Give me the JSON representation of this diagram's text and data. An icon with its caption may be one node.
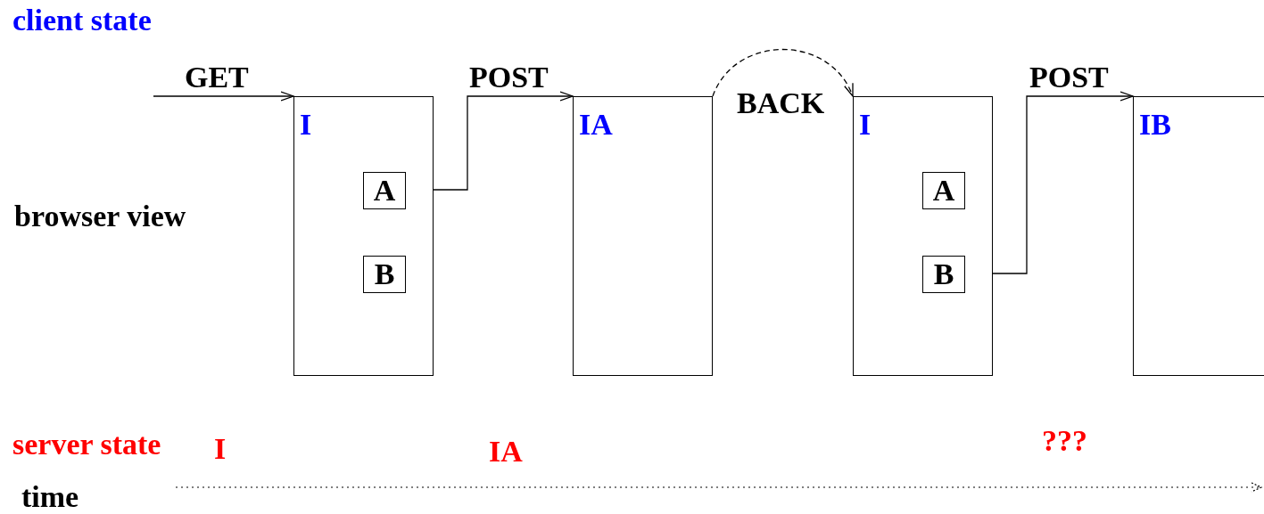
{
  "diagram": {
    "nodes": [
      {
        "text": [
          "I"
        ]
      },
      {
        "text": [
          "A"
        ],
        "in": 0
      },
      {
        "text": [
          "B"
        ],
        "in": 0
      },
      {
        "text": [
          "IA"
        ]
      },
      {
        "text": [
          "I"
        ]
      },
      {
        "text": [
          "A"
        ],
        "in": 4
      },
      {
        "text": [
          "B"
        ],
        "in": 4
      },
      {
        "text": [
          "IB"
        ]
      }
    ],
    "edges": [
      {
        "from": null,
        "to": 0,
        "arrow": "to",
        "label": "GET"
      },
      {
        "from": 1,
        "to": 3,
        "arrow": "to",
        "label": "POST"
      },
      {
        "from": 3,
        "to": 4,
        "arrow": "to",
        "label": "BACK",
        "style": "dashed"
      },
      {
        "from": 6,
        "to": 7,
        "arrow": "to",
        "label": "POST"
      }
    ],
    "labels": [
      "client state",
      "browser view",
      "server state",
      "I",
      "IA",
      "???",
      "time"
    ]
  }
}
